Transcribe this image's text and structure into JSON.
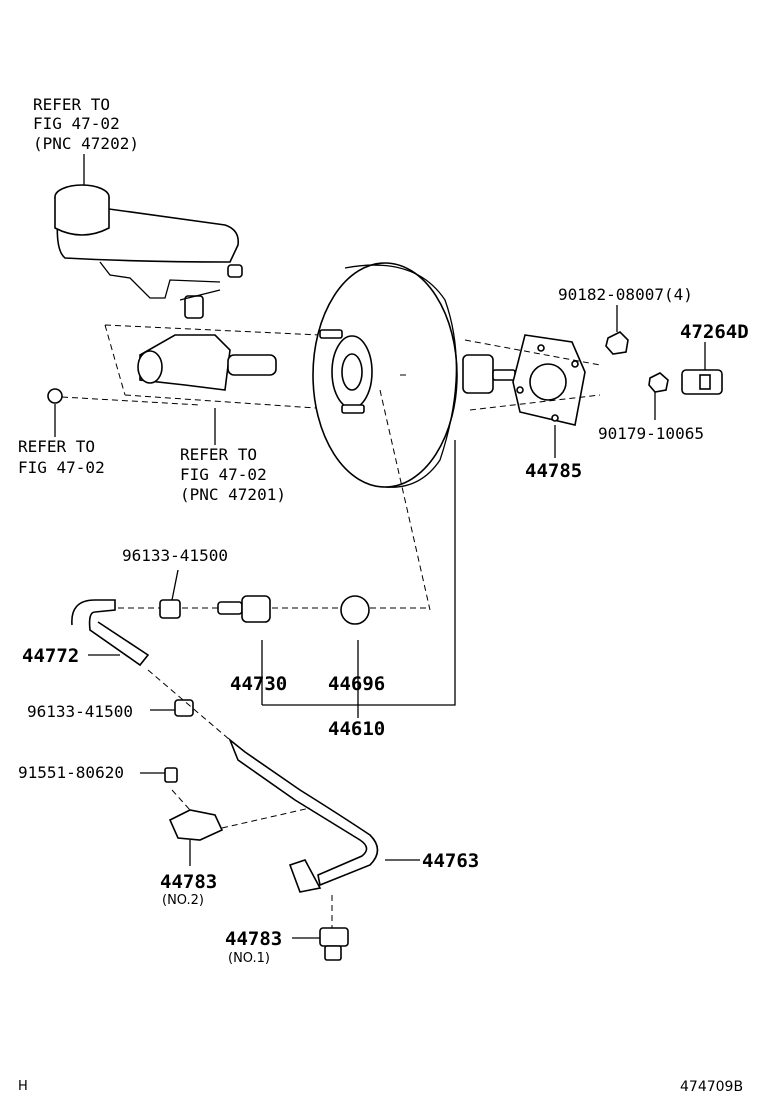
{
  "refs": {
    "top": [
      "REFER TO",
      "FIG 47-02",
      "(PNC 47202)"
    ],
    "left": [
      "REFER TO",
      "FIG 47-02"
    ],
    "middle": [
      "REFER TO",
      "FIG 47-02",
      "(PNC 47201)"
    ]
  },
  "parts": {
    "p90182": "90182-08007(4)",
    "p47264d": "47264D",
    "p90179": "90179-10065",
    "p44785": "44785",
    "p96133_a": "96133-41500",
    "p44772": "44772",
    "p44730": "44730",
    "p44696": "44696",
    "p44610": "44610",
    "p96133_b": "96133-41500",
    "p91551": "91551-80620",
    "p44763": "44763",
    "p44783_a": "44783",
    "p44783_a_sub": "(NO.2)",
    "p44783_b": "44783",
    "p44783_b_sub": "(NO.1)"
  },
  "footer": {
    "left": "H",
    "right": "474709B"
  }
}
